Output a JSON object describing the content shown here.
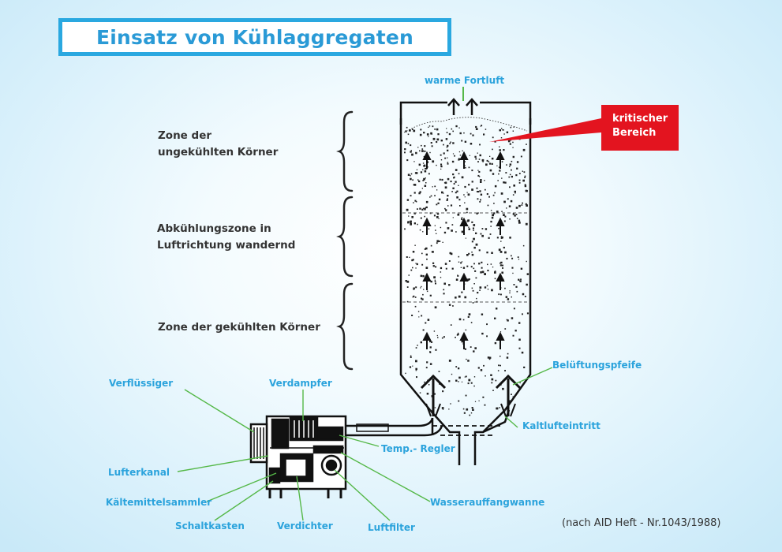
{
  "title": "Einsatz von Kühlaggregaten",
  "zones": {
    "top": [
      "Zone der",
      "ungekühlten Körner"
    ],
    "middle": [
      "Abkühlungszone in",
      "Luftrichtung wandernd"
    ],
    "bottom": [
      "Zone der gekühlten Körner"
    ]
  },
  "labels": {
    "exhaust": "warme Fortluft",
    "critical": [
      "kritischer",
      "Bereich"
    ],
    "aeration_pipe": "Belüftungspfeife",
    "cold_air_inlet": "Kaltlufteintritt",
    "condenser": "Verflüssiger",
    "evaporator": "Verdampfer",
    "air_duct": "Lufterkanal",
    "temp_controller": "Temp.- Regler",
    "refrigerant_collector": "Kältemittelsammler",
    "water_tray": "Wasserauffangwanne",
    "switch_box": "Schaltkasten",
    "compressor": "Verdichter",
    "air_filter": "Luftfilter"
  },
  "source": "(nach AID Heft - Nr.1043/1988)",
  "colors": {
    "accent": "#2aa8e0",
    "label_blue": "#2ba3dc",
    "critical_red": "#e3141f",
    "leader_green": "#55b848",
    "ink": "#111111"
  }
}
